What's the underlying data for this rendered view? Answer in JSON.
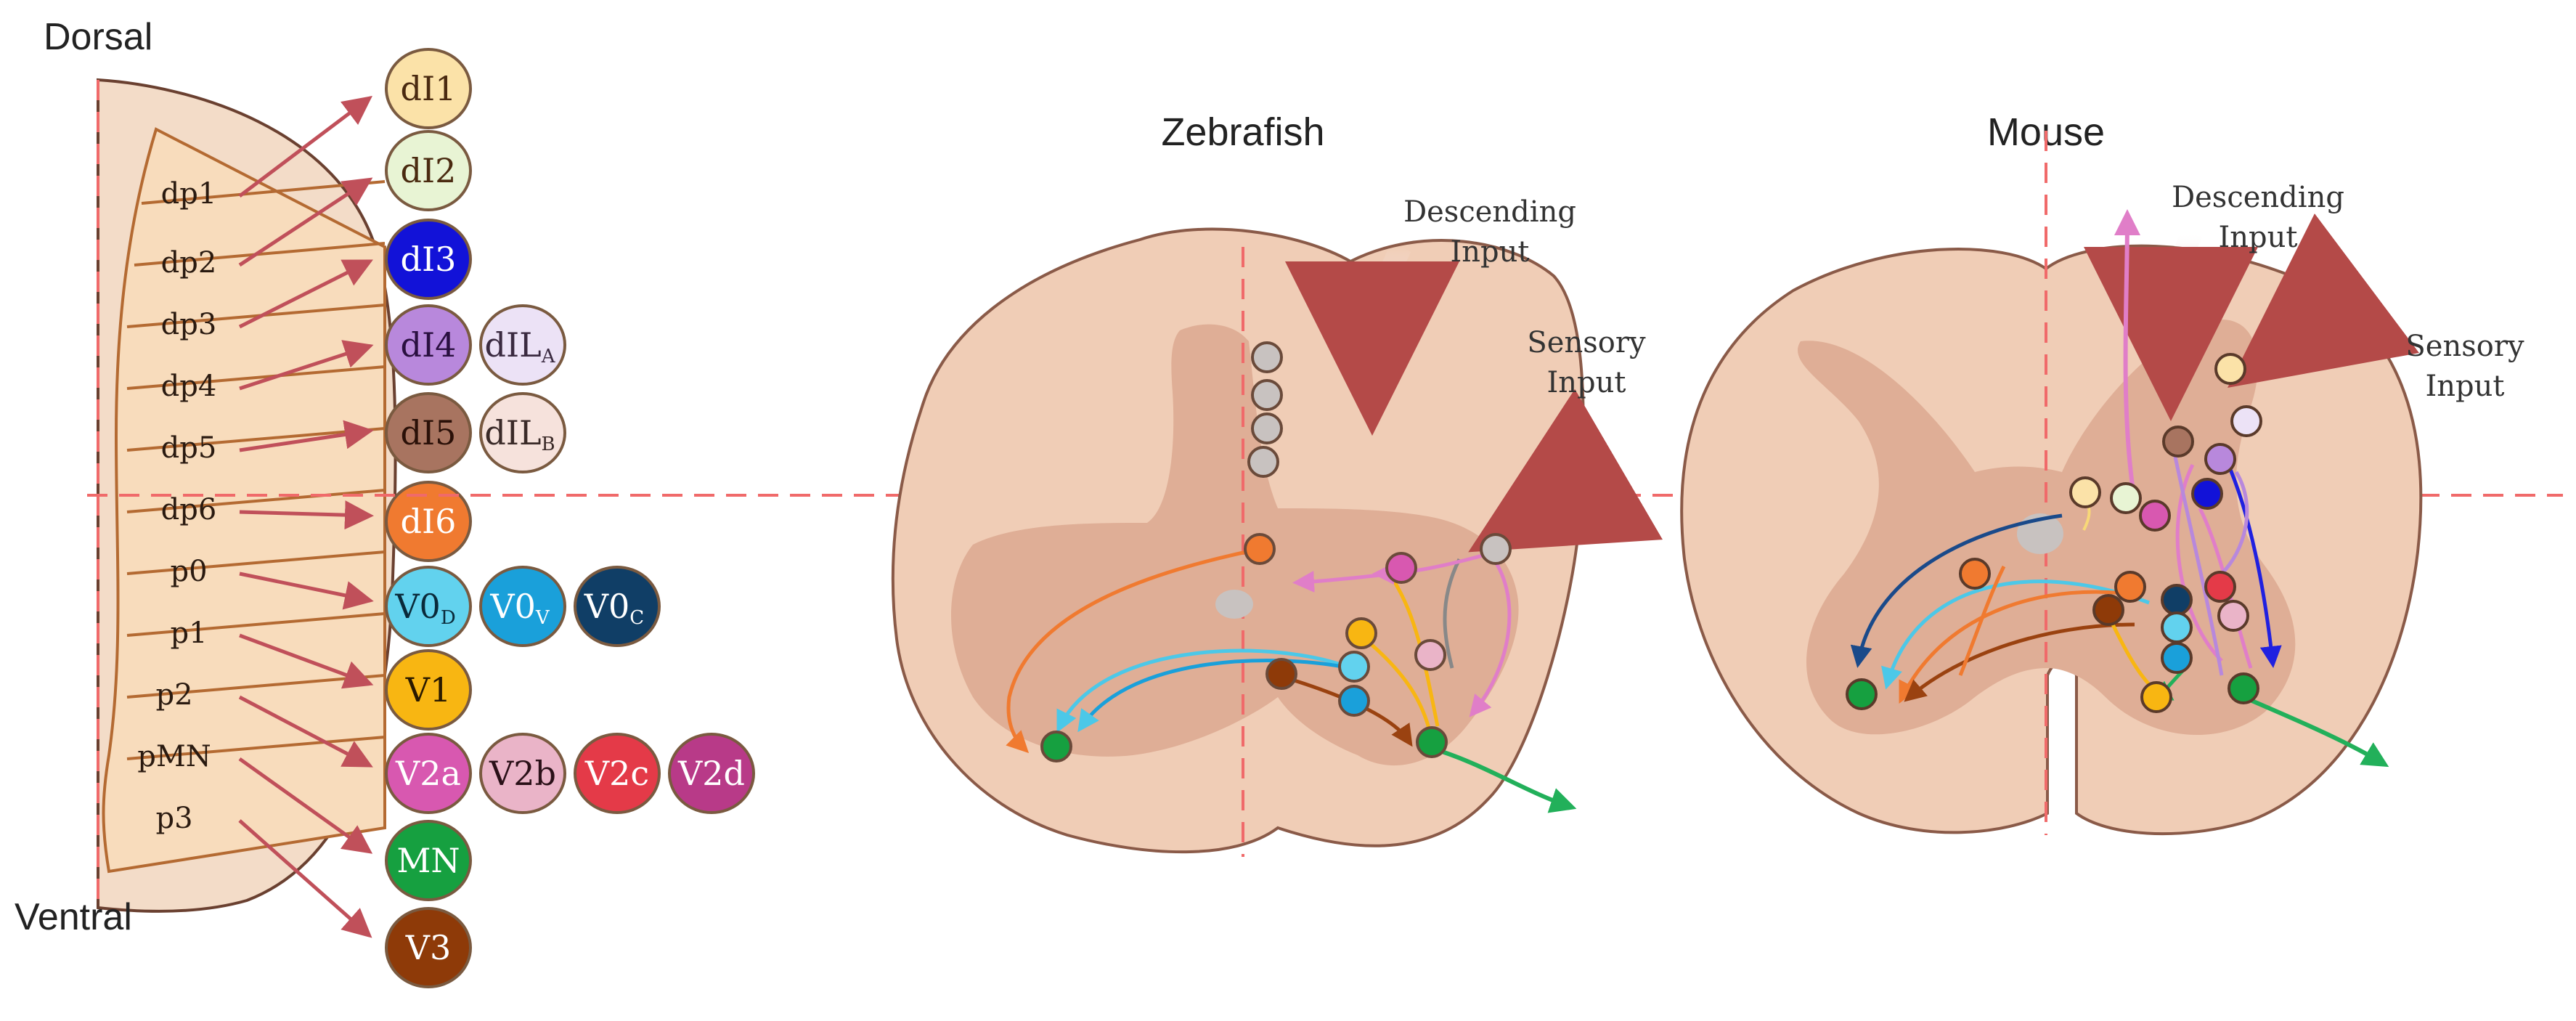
{
  "labels": {
    "dorsal": "Dorsal",
    "ventral": "Ventral",
    "zebrafish_title": "Zebrafish",
    "mouse_title": "Mouse",
    "zf_descending": [
      "Descending",
      "Input"
    ],
    "zf_sensory": [
      "Sensory",
      "Input"
    ],
    "ms_descending": [
      "Descending",
      "Input"
    ],
    "ms_sensory": [
      "Sensory",
      "Input"
    ]
  },
  "progenitor_domains": [
    "dp1",
    "dp2",
    "dp3",
    "dp4",
    "dp5",
    "dp6",
    "p0",
    "p1",
    "p2",
    "pMN",
    "p3"
  ],
  "neuron_classes": [
    {
      "key": "dI1",
      "label": "dI1",
      "fill": "#fbe2a8",
      "text": "#4a2a10"
    },
    {
      "key": "dI2",
      "label": "dI2",
      "fill": "#e8f4d4",
      "text": "#4a2a10"
    },
    {
      "key": "dI3",
      "label": "dI3",
      "fill": "#1212d8",
      "text": "#ffffff"
    },
    {
      "key": "dI4",
      "label": "dI4",
      "fill": "#b888dc",
      "text": "#2a1040"
    },
    {
      "key": "dILA",
      "label": "dIL",
      "sub": "A",
      "fill": "#ece2f6",
      "text": "#3a2a40"
    },
    {
      "key": "dI5",
      "label": "dI5",
      "fill": "#a87460",
      "text": "#2a1008"
    },
    {
      "key": "dILB",
      "label": "dIL",
      "sub": "B",
      "fill": "#f6e2dc",
      "text": "#3a2a28"
    },
    {
      "key": "dI6",
      "label": "dI6",
      "fill": "#f07a30",
      "text": "#ffffff"
    },
    {
      "key": "V0D",
      "label": "V0",
      "sub": "D",
      "fill": "#62d2ee",
      "text": "#0a2a3a"
    },
    {
      "key": "V0V",
      "label": "V0",
      "sub": "V",
      "fill": "#1aa0da",
      "text": "#ffffff"
    },
    {
      "key": "V0C",
      "label": "V0",
      "sub": "C",
      "fill": "#103e66",
      "text": "#ffffff"
    },
    {
      "key": "V1",
      "label": "V1",
      "fill": "#f8b612",
      "text": "#2a1a00"
    },
    {
      "key": "V2a",
      "label": "V2a",
      "fill": "#d858b0",
      "text": "#ffffff"
    },
    {
      "key": "V2b",
      "label": "V2b",
      "fill": "#eab4c8",
      "text": "#2a1018"
    },
    {
      "key": "V2c",
      "label": "V2c",
      "fill": "#e43a48",
      "text": "#ffffff"
    },
    {
      "key": "V2d",
      "label": "V2d",
      "fill": "#b83a88",
      "text": "#ffffff"
    },
    {
      "key": "MN",
      "label": "MN",
      "fill": "#16a040",
      "text": "#ffffff"
    },
    {
      "key": "V3",
      "label": "V3",
      "fill": "#8e3a08",
      "text": "#ffffff"
    }
  ],
  "colors": {
    "tissue_light": "#f0cdb6",
    "tissue_dark": "#dfae96",
    "tissue_outline": "#9a6a58",
    "progenitor_fill": "#f8dcbc",
    "progenitor_line": "#b46a32",
    "arrow_red": "#c0505a",
    "dash_red": "#f06a6a",
    "grey_cell": "#c8c2c0",
    "output_green": "#22b05a",
    "pink_arrow": "#e07ec8"
  }
}
